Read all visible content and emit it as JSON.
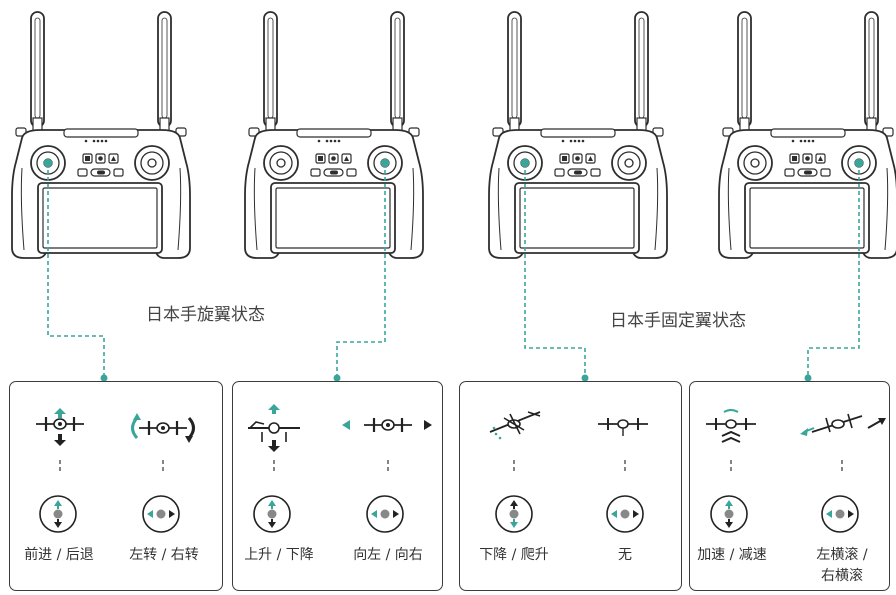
{
  "colors": {
    "accent": "#3aa69a",
    "line": "#2e2e2e"
  },
  "captions": {
    "heli_mode": "日本手旋翼状态",
    "fixed_mode": "日本手固定翼状态"
  },
  "panels": [
    {
      "left_label": "前进 / 后退",
      "right_label": "左转 / 右转"
    },
    {
      "left_label": "上升 / 下降",
      "right_label": "向左 / 向右"
    },
    {
      "left_label": "下降 / 爬升",
      "right_label": "无"
    },
    {
      "left_label": "加速 / 减速",
      "right_label_line1": "左横滚 /",
      "right_label_line2": "右横滚"
    }
  ]
}
